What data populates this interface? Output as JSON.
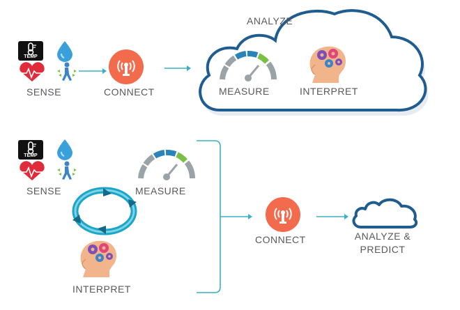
{
  "top": {
    "sense_label": "SENSE",
    "connect_label": "CONNECT",
    "analyze_label": "ANALYZE",
    "measure_label": "MEASURE",
    "interpret_label": "INTERPRET",
    "temp_icon_text": "TEMP"
  },
  "bottom": {
    "sense_label": "SENSE",
    "measure_label": "MEASURE",
    "interpret_label": "INTERPRET",
    "connect_label": "CONNECT",
    "analyze_predict_line1": "ANALYZE &",
    "analyze_predict_line2": "PREDICT",
    "temp_icon_text": "TEMP"
  },
  "colors": {
    "connect_red": "#f26b4d",
    "cloud_blue": "#1f5c8f",
    "arrow_teal": "#3ab0c4",
    "label_gray": "#58595b",
    "water_blue": "#3aa0dc",
    "heart_red": "#e02b3a",
    "gear_purple": "#7b4fb5",
    "gear_pink": "#e0457b",
    "gear_blue": "#3a84c9",
    "head_skin": "#f2b48a",
    "gauge_blue": "#2a84b8",
    "gauge_green": "#7cbf45",
    "gauge_gray": "#9aa3a8"
  },
  "icons": [
    "thermometer-icon",
    "water-drop-icon",
    "heart-pulse-icon",
    "walking-person-icon",
    "wifi-tower-icon",
    "gauge-icon",
    "brain-gears-icon",
    "cloud-icon",
    "cycle-arrows-icon"
  ]
}
